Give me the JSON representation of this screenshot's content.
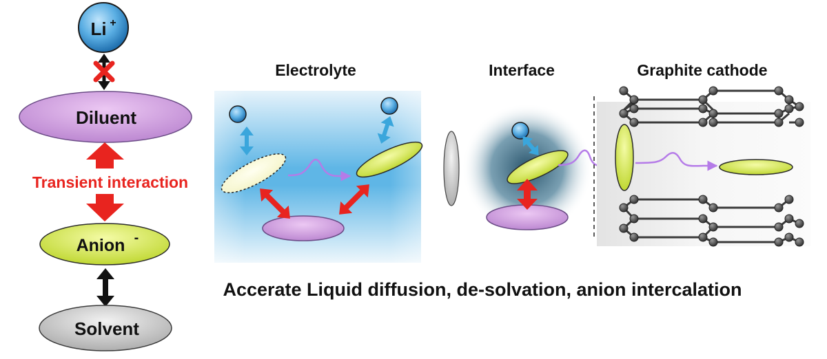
{
  "legend": {
    "li_label": "Li",
    "li_charge": "+",
    "diluent_label": "Diluent",
    "transient_label": "Transient interaction",
    "anion_label": "Anion",
    "anion_charge": "-",
    "solvent_label": "Solvent"
  },
  "sections": {
    "electrolyte_title": "Electrolyte",
    "interface_title": "Interface",
    "graphite_title": "Graphite cathode"
  },
  "caption": "Accerate Liquid diffusion, de-solvation, anion intercalation",
  "colors": {
    "li": "#4a9bd6",
    "diluent": "#c58fd6",
    "anion": "#cfe83a",
    "solvent": "#bdbdbd",
    "red_arrow": "#ef2b2b",
    "blue_arrow": "#3aa6dc",
    "path": "#b57be8",
    "transient_text": "#e8241f"
  }
}
